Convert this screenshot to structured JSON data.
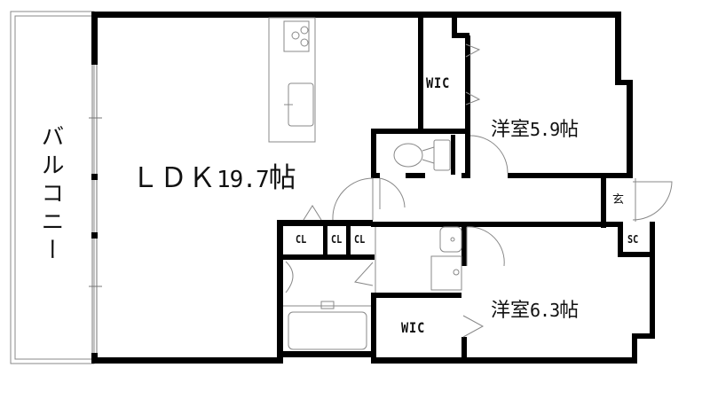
{
  "plan": {
    "type": "apartment-floor-plan",
    "layout": "2LDK"
  },
  "rooms": {
    "ldk": {
      "name": "ＬＤＫ",
      "size": "19.7",
      "unit": "帖"
    },
    "western1": {
      "name": "洋室",
      "size": "5.9",
      "unit": "帖"
    },
    "western2": {
      "name": "洋室",
      "size": "6.3",
      "unit": "帖"
    },
    "wic1": {
      "label": "WIC"
    },
    "wic2": {
      "label": "WIC"
    },
    "balcony": {
      "label": "バルコニー"
    },
    "genkan": {
      "label": "玄"
    },
    "shoe_closet": {
      "label": "SC"
    },
    "closets": [
      {
        "label": "CL"
      },
      {
        "label": "CL"
      },
      {
        "label": "CL"
      }
    ]
  },
  "colors": {
    "wall": "#000000",
    "fixture": "#888888",
    "background": "#ffffff"
  }
}
